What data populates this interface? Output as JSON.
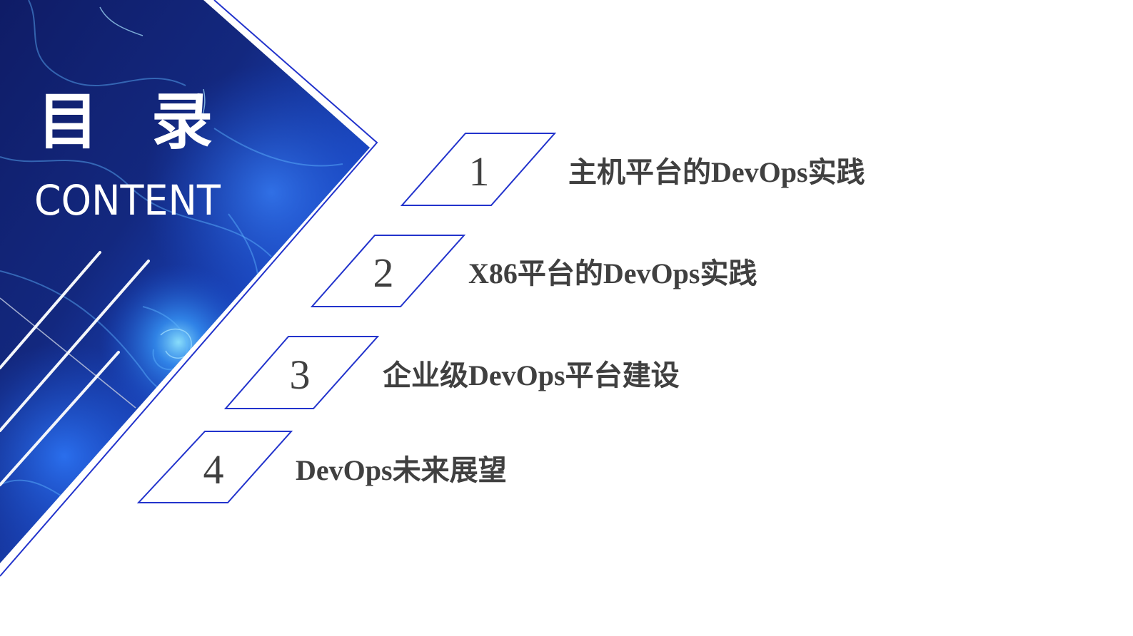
{
  "slide": {
    "title_cn": "目 录",
    "title_en": "CONTENT"
  },
  "toc": {
    "items": [
      {
        "number": "1",
        "label": "主机平台的DevOps实践"
      },
      {
        "number": "2",
        "label": "X86平台的DevOps实践"
      },
      {
        "number": "3",
        "label": "企业级DevOps平台建设"
      },
      {
        "number": "4",
        "label": "DevOps未来展望"
      }
    ]
  },
  "colors": {
    "accent_outline": "#2233cc",
    "bg_dark_blue": "#101f72",
    "bg_bright_blue": "#1e5fe0",
    "text_gray": "#404040",
    "white": "#ffffff"
  }
}
